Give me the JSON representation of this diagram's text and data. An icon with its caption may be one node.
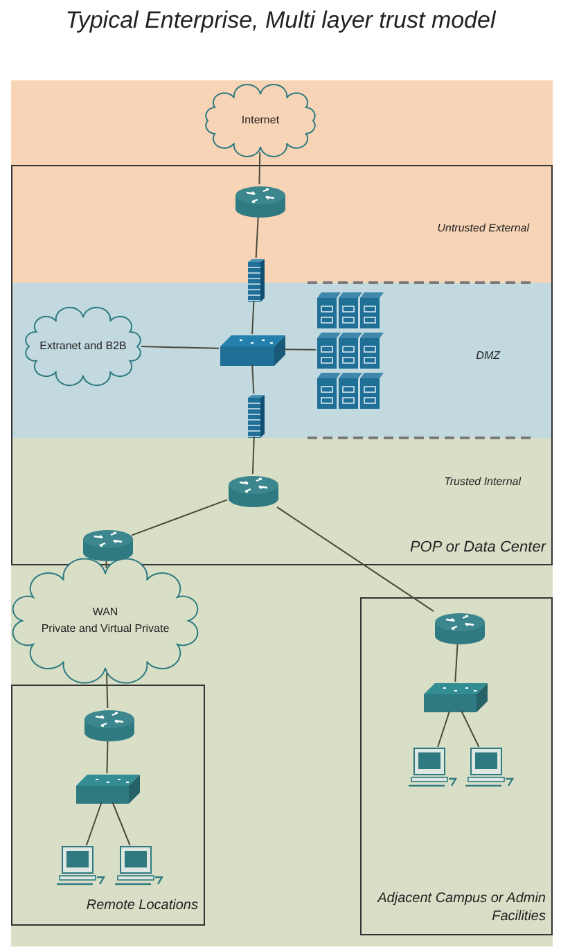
{
  "diagram": {
    "title": "Typical Enterprise, Multi layer trust model",
    "nodes": [
      {
        "text": [
          "Internet"
        ]
      },
      {
        "text": [
          "Untrusted External",
          "DMZ",
          "Trusted Internal",
          "POP or Data Center"
        ]
      },
      {
        "text": [],
        "shape": "router",
        "in": 1
      },
      {
        "text": [],
        "shape": "firewall",
        "in": 1
      },
      {
        "text": [
          "Extranet and B2B"
        ],
        "in": 1
      },
      {
        "text": [],
        "shape": "switch",
        "in": 1
      },
      {
        "text": [],
        "shape": "server",
        "in": 1
      },
      {
        "text": [],
        "shape": "firewall",
        "in": 1
      },
      {
        "text": [],
        "shape": "router",
        "in": 1
      },
      {
        "text": [],
        "shape": "router",
        "in": 1
      },
      {
        "text": [
          "WAN",
          "Private and Virtual Private"
        ]
      },
      {
        "text": [
          "Remote Locations"
        ]
      },
      {
        "text": [],
        "shape": "router",
        "in": 11
      },
      {
        "text": [],
        "shape": "switch",
        "in": 11
      },
      {
        "text": [],
        "shape": "computer",
        "in": 11
      },
      {
        "text": [],
        "shape": "computer",
        "in": 11
      },
      {
        "text": [
          "Adjacent Campus or Admin Facilities"
        ]
      },
      {
        "text": [],
        "shape": "router",
        "in": 16
      },
      {
        "text": [],
        "shape": "switch",
        "in": 16
      },
      {
        "text": [],
        "shape": "computer",
        "in": 16
      },
      {
        "text": [],
        "shape": "computer",
        "in": 16
      }
    ],
    "edges": [
      {
        "from": 0,
        "to": 2,
        "arrow": "none"
      },
      {
        "from": 2,
        "to": 3,
        "arrow": "none"
      },
      {
        "from": 3,
        "to": 5,
        "arrow": "none"
      },
      {
        "from": 4,
        "to": 5,
        "arrow": "none"
      },
      {
        "from": 5,
        "to": 6,
        "arrow": "none"
      },
      {
        "from": 5,
        "to": 7,
        "arrow": "none"
      },
      {
        "from": 7,
        "to": 8,
        "arrow": "none"
      },
      {
        "from": 8,
        "to": 9,
        "arrow": "none"
      },
      {
        "from": 8,
        "to": 17,
        "arrow": "none"
      },
      {
        "from": 9,
        "to": 10,
        "arrow": "none"
      },
      {
        "from": 10,
        "to": 12,
        "arrow": "none"
      },
      {
        "from": 12,
        "to": 13,
        "arrow": "none"
      },
      {
        "from": 13,
        "to": 14,
        "arrow": "none"
      },
      {
        "from": 13,
        "to": 15,
        "arrow": "none"
      },
      {
        "from": 17,
        "to": 18,
        "arrow": "none"
      },
      {
        "from": 18,
        "to": 19,
        "arrow": "none"
      },
      {
        "from": 18,
        "to": 20,
        "arrow": "none"
      }
    ]
  }
}
